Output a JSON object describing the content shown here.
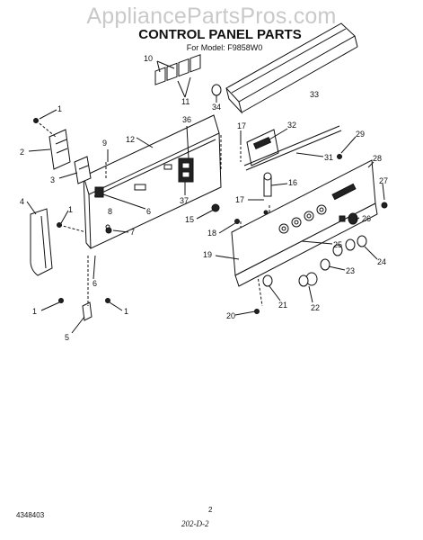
{
  "watermark": "AppliancePartsPros.com",
  "title": "CONTROL PANEL PARTS",
  "subtitle": "For Model: F9858W0",
  "footer": {
    "doc_number": "4348403",
    "page": "2",
    "code": "202-D-2"
  },
  "callouts": {
    "c1a": "1",
    "c1b": "1",
    "c1c": "1",
    "c1d": "1",
    "c2": "2",
    "c3": "3",
    "c4": "4",
    "c5": "5",
    "c6a": "6",
    "c6b": "6",
    "c7": "7",
    "c8": "8",
    "c9": "9",
    "c10": "10",
    "c11": "11",
    "c12": "12",
    "c15": "15",
    "c16": "16",
    "c17a": "17",
    "c17b": "17",
    "c18": "18",
    "c19": "19",
    "c20": "20",
    "c21": "21",
    "c22": "22",
    "c23": "23",
    "c24": "24",
    "c25": "25",
    "c26": "26",
    "c27": "27",
    "c28": "28",
    "c29": "29",
    "c31": "31",
    "c32": "32",
    "c33": "33",
    "c34": "34",
    "c36": "36",
    "c37": "37"
  }
}
